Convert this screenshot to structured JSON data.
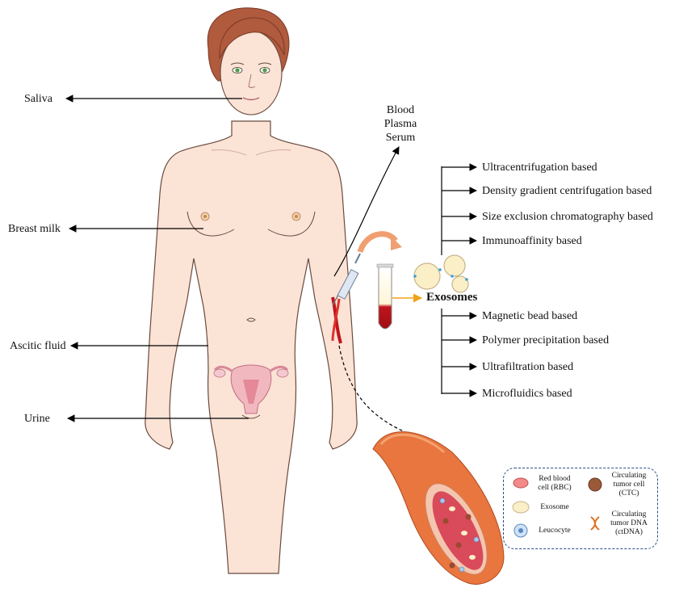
{
  "sources": {
    "saliva": "Saliva",
    "breast_milk": "Breast milk",
    "ascitic_fluid": "Ascitic fluid",
    "urine": "Urine"
  },
  "blood": {
    "line1": "Blood",
    "line2": "Plasma",
    "line3": "Serum"
  },
  "exosomes_label": "Exosomes",
  "methods_top": [
    "Ultracentrifugation based",
    "Density gradient centrifugation based",
    "Size exclusion chromatography based",
    "Immunoaffinity based"
  ],
  "methods_bottom": [
    "Magnetic bead based",
    "Polymer precipitation based",
    "Ultrafiltration based",
    "Microfluidics based"
  ],
  "legend": {
    "rbc_line1": "Red blood",
    "rbc_line2": "cell (RBC)",
    "exosome": "Exosome",
    "leucocyte": "Leucocyte",
    "ctc_line1": "Circulating",
    "ctc_line2": "tumor cell",
    "ctc_line3": "(CTC)",
    "ctdna_line1": "Circulating",
    "ctdna_line2": "tumor DNA",
    "ctdna_line3": "(ctDNA)"
  },
  "colors": {
    "skin": "#fbe3d6",
    "skin_outline": "#6a4a3e",
    "hair": "#b05a3e",
    "blood_red": "#c0141c",
    "vessel": "#e9763f",
    "legend_border": "#2b4a8a",
    "exosome_fill": "#fbefc8"
  }
}
